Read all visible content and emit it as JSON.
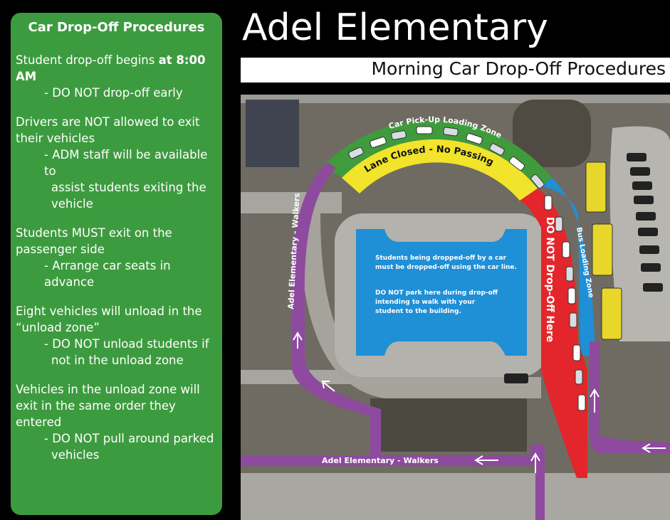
{
  "header": {
    "title": "Adel Elementary",
    "subtitle": "Morning Car Drop-Off Procedures"
  },
  "sidebar": {
    "heading": "Car Drop-Off Procedures",
    "start_text": "Student drop-off begins ",
    "start_time": "at 8:00 AM",
    "items": [
      {
        "main": "",
        "subs": [
          "- DO NOT drop-off early"
        ]
      },
      {
        "main": "Drivers are NOT allowed to exit their vehicles",
        "subs": [
          "- ADM staff will be available to",
          "assist students exiting the",
          "vehicle"
        ]
      },
      {
        "main": "Students MUST exit on the passenger side",
        "subs": [
          "- Arrange car seats in advance"
        ]
      },
      {
        "main": "Eight vehicles will unload in the “unload zone”",
        "subs": [
          "- DO NOT unload students if",
          "not in the unload zone"
        ]
      },
      {
        "main": "Vehicles in the unload zone will exit in the same order they entered",
        "subs": [
          "- DO NOT pull around parked",
          "vehicles"
        ]
      }
    ]
  },
  "map": {
    "pickup_zone": "Car Pick-Up Loading Zone",
    "lane_closed": "Lane Closed - No Passing",
    "no_dropoff": "DO NOT Drop-Off  Here",
    "bus_zone": "Bus Loading Zone",
    "walkers_vertical": "Adel Elementary - Walkers",
    "walkers_horizontal": "Adel Elementary - Walkers",
    "notice_1": [
      "Students being dropped-off by a car",
      "must be dropped-off using the car line."
    ],
    "notice_2": [
      "DO NOT park here during drop-off",
      "intending to walk with your",
      "student to the building."
    ],
    "colors": {
      "green": "#3f9b3c",
      "yellow": "#f2e32b",
      "red": "#e3262b",
      "blue": "#1f8fd6",
      "purple": "#8e4a9e"
    }
  }
}
